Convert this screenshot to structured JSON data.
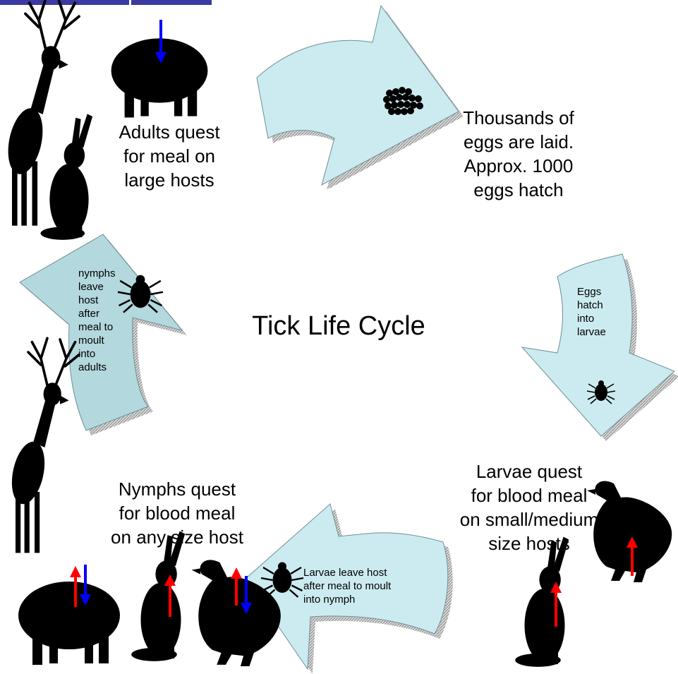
{
  "title": "Tick Life Cycle",
  "stages": {
    "adults_quest": "Adults quest\nfor meal on\nlarge hosts",
    "eggs_laid": "Thousands of\neggs are laid.\nApprox. 1000\neggs hatch",
    "larvae_quest": "Larvae quest\nfor blood meal\non small/medium\nsize hosts",
    "nymphs_quest": "Nymphs quest\nfor blood meal\non any size host"
  },
  "arrows": {
    "eggs_hatch": "Eggs\nhatch\ninto\nlarvae",
    "larvae_leave": "Larvae leave host\nafter meal to moult\ninto nymph",
    "nymphs_leave": "nymphs\nleave\nhost\nafter\nmeal to\nmoult\ninto\nadults"
  },
  "colors": {
    "arrow_fill_light": "#ccebf0",
    "arrow_fill_dark": "#b3d8de",
    "shadow": "#9a9a9a",
    "red_arrow": "#ff0000",
    "blue_arrow": "#0000ff",
    "silhouette": "#000000",
    "top_bar": "#3a3aa0"
  }
}
